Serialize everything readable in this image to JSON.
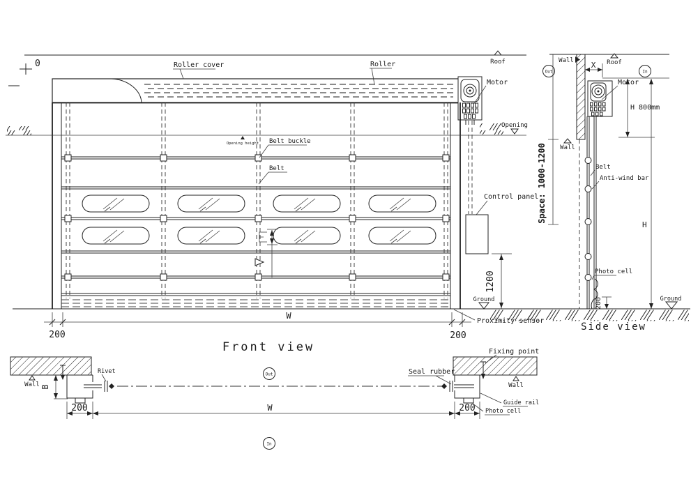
{
  "drawing": {
    "background": "#ffffff",
    "line_color": "#222222"
  },
  "front_view": {
    "title": "Front view",
    "labels": {
      "zero": "0",
      "roller_cover": "Roller cover",
      "roller": "Roller",
      "roof": "Roof",
      "motor": "Motor",
      "opening": "Opening",
      "opening_height": "Opening height",
      "belt_buckle": "Belt buckle",
      "belt": "Belt",
      "control_panel": "Control panel",
      "ground": "Ground",
      "proximity_sensor": "Proximity sensor"
    },
    "dimensions": {
      "left_200": "200",
      "width": "W",
      "right_200": "200",
      "height_1200": "1200"
    }
  },
  "side_view": {
    "title": "Side view",
    "labels": {
      "out": "Out",
      "in": "In",
      "wall_top": "Wall",
      "roof": "Roof",
      "motor": "Motor",
      "wall_mid": "Wall",
      "belt": "Belt",
      "anti_wind_bar": "Anti-wind bar",
      "photo_cell": "Photo cell",
      "ground": "Ground"
    },
    "dimensions": {
      "x": "X",
      "h800": "H 800mm",
      "space": "Space: 1000-1200",
      "h": "H",
      "bottom_200": "200"
    }
  },
  "plan_view": {
    "labels": {
      "wall_left": "Wall",
      "rivet": "Rivet",
      "out": "Out",
      "in": "In",
      "seal_rubber": "Seal rubber",
      "fixing_point": "Fixing point",
      "wall_right": "Wall",
      "guide_rail": "Guide rail",
      "photo_cell": "Photo cell"
    },
    "dimensions": {
      "b": "B",
      "left_200": "200",
      "width": "W",
      "right_200": "200"
    }
  }
}
